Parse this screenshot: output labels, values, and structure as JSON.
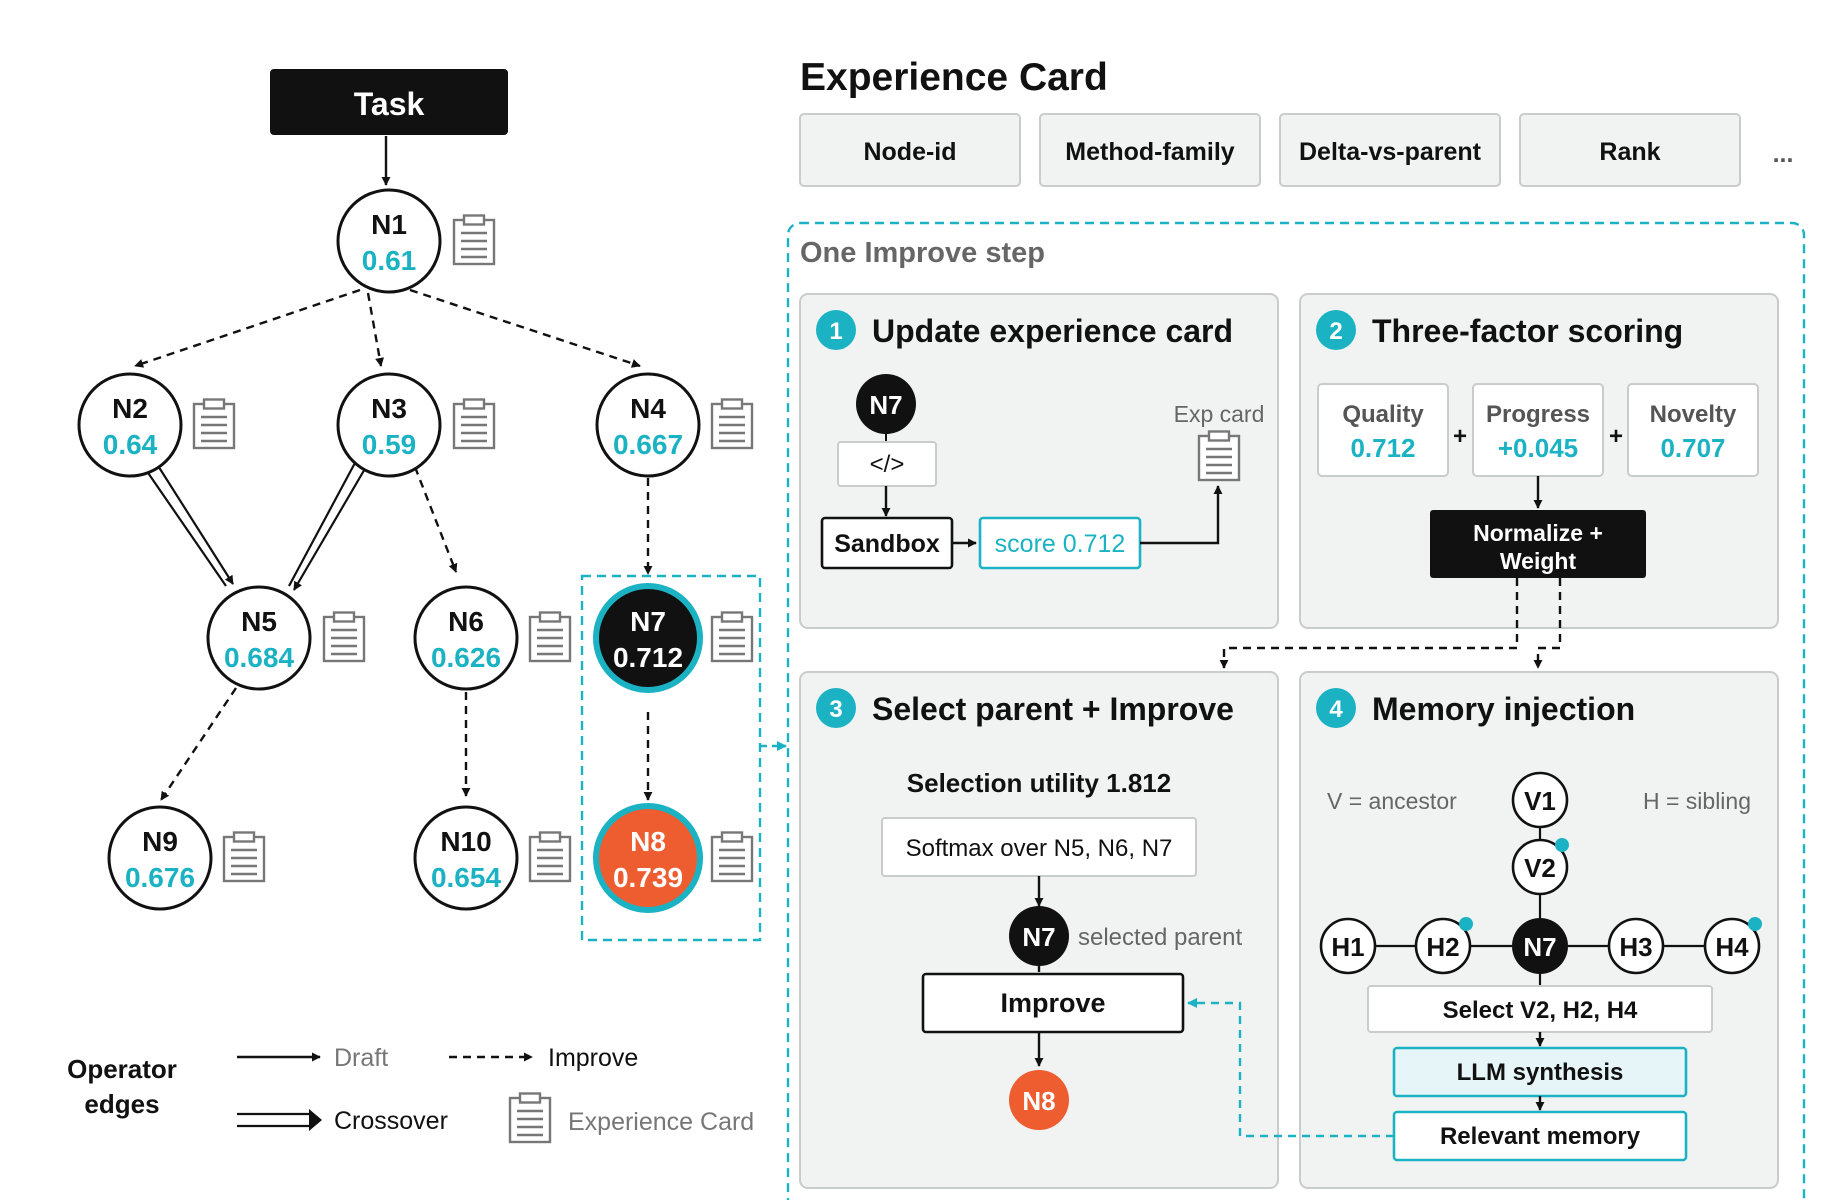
{
  "colors": {
    "accent": "#1bb3c4",
    "orange": "#ee5d2f",
    "black": "#111111",
    "panel": "#f1f2f2",
    "panel_border": "#c9cccc",
    "card_gray": "#888888"
  },
  "tree": {
    "task_label": "Task",
    "nodes": {
      "n1": {
        "id": "N1",
        "score": "0.61"
      },
      "n2": {
        "id": "N2",
        "score": "0.64"
      },
      "n3": {
        "id": "N3",
        "score": "0.59"
      },
      "n4": {
        "id": "N4",
        "score": "0.667"
      },
      "n5": {
        "id": "N5",
        "score": "0.684"
      },
      "n6": {
        "id": "N6",
        "score": "0.626"
      },
      "n7": {
        "id": "N7",
        "score": "0.712"
      },
      "n8": {
        "id": "N8",
        "score": "0.739"
      },
      "n9": {
        "id": "N9",
        "score": "0.676"
      },
      "n10": {
        "id": "N10",
        "score": "0.654"
      }
    }
  },
  "legend": {
    "title_line1": "Operator",
    "title_line2": "edges",
    "draft": "Draft",
    "improve": "Improve",
    "crossover": "Crossover",
    "experience_card": "Experience Card"
  },
  "experience_card": {
    "title": "Experience Card",
    "fields": [
      "Node-id",
      "Method-family",
      "Delta-vs-parent",
      "Rank"
    ],
    "more": "..."
  },
  "improve_step": {
    "title": "One Improve step",
    "step1": {
      "num": "1",
      "title": "Update experience card",
      "node": "N7",
      "code": "</>",
      "sandbox": "Sandbox",
      "score": "score 0.712",
      "exp_card": "Exp card"
    },
    "step2": {
      "num": "2",
      "title": "Three-factor scoring",
      "factors": [
        {
          "label": "Quality",
          "value": "0.712"
        },
        {
          "label": "Progress",
          "value": "+0.045"
        },
        {
          "label": "Novelty",
          "value": "0.707"
        }
      ],
      "plus": "+",
      "normalize_line1": "Normalize +",
      "normalize_line2": "Weight"
    },
    "step3": {
      "num": "3",
      "title": "Select parent + Improve",
      "utility": "Selection utility 1.812",
      "softmax": "Softmax over N5, N6, N7",
      "parent": "N7",
      "parent_label": "selected parent",
      "improve": "Improve",
      "child": "N8"
    },
    "step4": {
      "num": "4",
      "title": "Memory injection",
      "ancestor_legend": "V = ancestor",
      "sibling_legend": "H = sibling",
      "v1": "V1",
      "v2": "V2",
      "h1": "H1",
      "h2": "H2",
      "center": "N7",
      "h3": "H3",
      "h4": "H4",
      "select": "Select V2, H2, H4",
      "llm": "LLM synthesis",
      "memory": "Relevant memory"
    }
  }
}
